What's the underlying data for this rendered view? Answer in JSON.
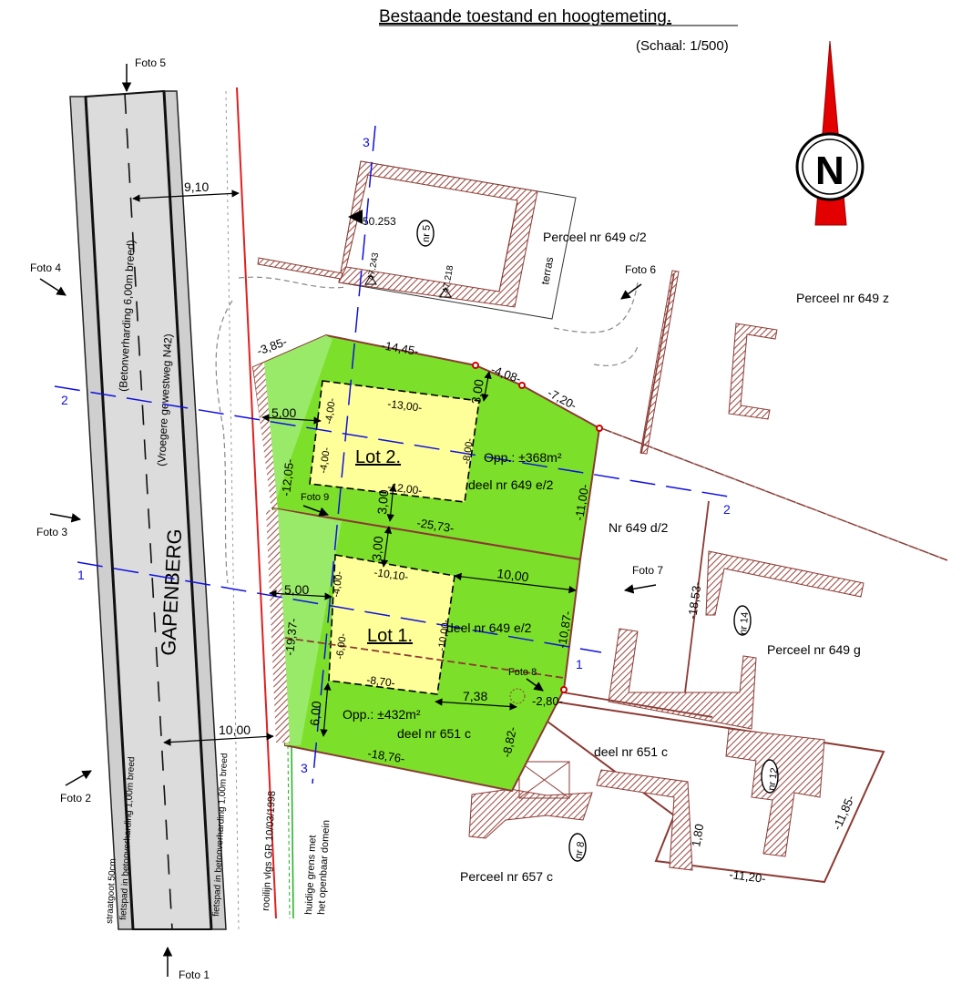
{
  "title": "Bestaande toestand en hoogtemeting.",
  "scale": "(Schaal: 1/500)",
  "north": "N",
  "street": {
    "name": "GAPENBERG",
    "pavement": "(Betonverharding 6,00m breed)",
    "former": "(Vroegere gewestweg N42)",
    "gutter": "straatgoot 50cm",
    "bikepath_left": "fietspad in betonverharding 1,00m breed",
    "bikepath_right": "fietspad in betonverharding 1,00m breed"
  },
  "alignment": {
    "rooilijn": "rooilijn vlgs GR 10/03/1998",
    "border_line1": "huidige grens met",
    "border_line2": "het openbaar domein"
  },
  "photos": [
    "Foto 1",
    "Foto 2",
    "Foto 3",
    "Foto 4",
    "Foto 5",
    "Foto 6",
    "Foto 7",
    "Foto 8",
    "Foto 9"
  ],
  "section_marks": [
    "1",
    "2",
    "3"
  ],
  "lots": [
    {
      "name": "Lot 2.",
      "area": "Opp.: ±368m²",
      "parcel": "deel nr 649 e/2"
    },
    {
      "name": "Lot 1.",
      "area": "Opp.: ±432m²",
      "parcel": "deel nr 651 c"
    }
  ],
  "parcels": {
    "c2": "Perceel nr 649 c/2",
    "z": "Perceel nr 649 z",
    "d2": "Nr 649 d/2",
    "g": "Perceel nr 649 g",
    "c651": "deel nr 651 c",
    "c657": "Perceel nr 657 c",
    "lot1_extra": "deel nr 649 e/2"
  },
  "houses": [
    "nr 5",
    "nr 14",
    "nr 12",
    "nr 8"
  ],
  "terrace": "terras",
  "levels": [
    "50.253",
    "47.243",
    "47.218"
  ],
  "dims": {
    "d910": "9,10",
    "d1000": "10,00",
    "d385": "-3,85-",
    "d1445": "-14,45-",
    "d408": "-4,08-",
    "d720": "-7,20-",
    "d1100": "-11,00-",
    "d1205": "-12,05-",
    "d500a": "5,00",
    "d500b": "5,00",
    "d300a": "3,00",
    "d300b": "3,00",
    "d300c": "3,00",
    "d1300": "-13,00-",
    "d1200": "-12,00-",
    "d400a": "-4,00-",
    "d400b": "-4,00-",
    "d800": "-8,00-",
    "d2573": "-25,73-",
    "d1010": "-10,10-",
    "d1000b": "10,00",
    "d400c": "-4,00-",
    "d1000c": "-10,00-",
    "d600": "-6,00-",
    "d870": "-8,70-",
    "d1937": "-19,37-",
    "d1087": "-10,87-",
    "d738": "7,38",
    "d280": "-2,80-",
    "d600b": "6,00",
    "d882": "-8,82-",
    "d1876": "-18,76-",
    "d1853": "-18,53-",
    "d1185": "-11,85-",
    "d180": "1,80",
    "d1120": "-11,20-"
  }
}
